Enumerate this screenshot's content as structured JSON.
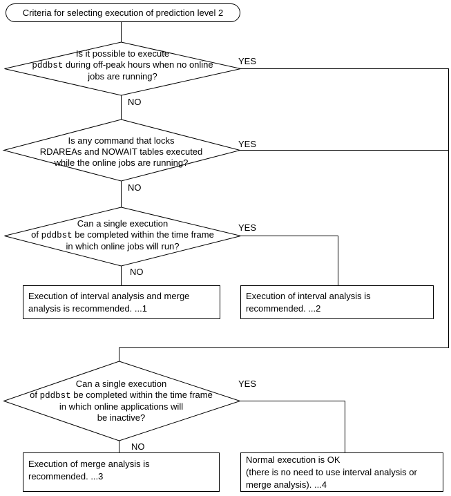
{
  "title": "Criteria for selecting execution of prediction level 2",
  "branch_labels": {
    "yes": "YES",
    "no": "NO"
  },
  "decisions": {
    "d1": {
      "line1": "Is it possible to execute",
      "line2_code": "pddbst",
      "line2_post": " during off-peak hours when no online",
      "line3": "jobs are running?"
    },
    "d2": {
      "line1": "Is any command that locks",
      "line2": "RDAREAs and NOWAIT tables executed",
      "line3": "while the online jobs are running?"
    },
    "d3": {
      "line1": "Can a single execution",
      "line2_pre": "of ",
      "line2_code": "pddbst",
      "line2_post": " be completed within the time frame",
      "line3": "in which online jobs will run?"
    },
    "d4": {
      "line1": "Can a single execution",
      "line2_pre": "of ",
      "line2_code": "pddbst",
      "line2_post": " be completed within the time frame",
      "line3": "in which online applications will",
      "line4": "be inactive?"
    }
  },
  "results": {
    "r1": {
      "line1": "Execution of interval analysis and merge",
      "line2": "analysis is recommended. ...1"
    },
    "r2": {
      "line1": "Execution of interval analysis is",
      "line2": "recommended. ...2"
    },
    "r3": {
      "line1": "Execution of merge analysis is",
      "line2": "recommended. ...3"
    },
    "r4": {
      "line1": "Normal execution is OK",
      "line2": "(there is no need to use interval analysis or",
      "line3": "merge analysis). ...4"
    }
  },
  "colors": {
    "line": "#000000",
    "background": "#ffffff",
    "text": "#000000"
  }
}
